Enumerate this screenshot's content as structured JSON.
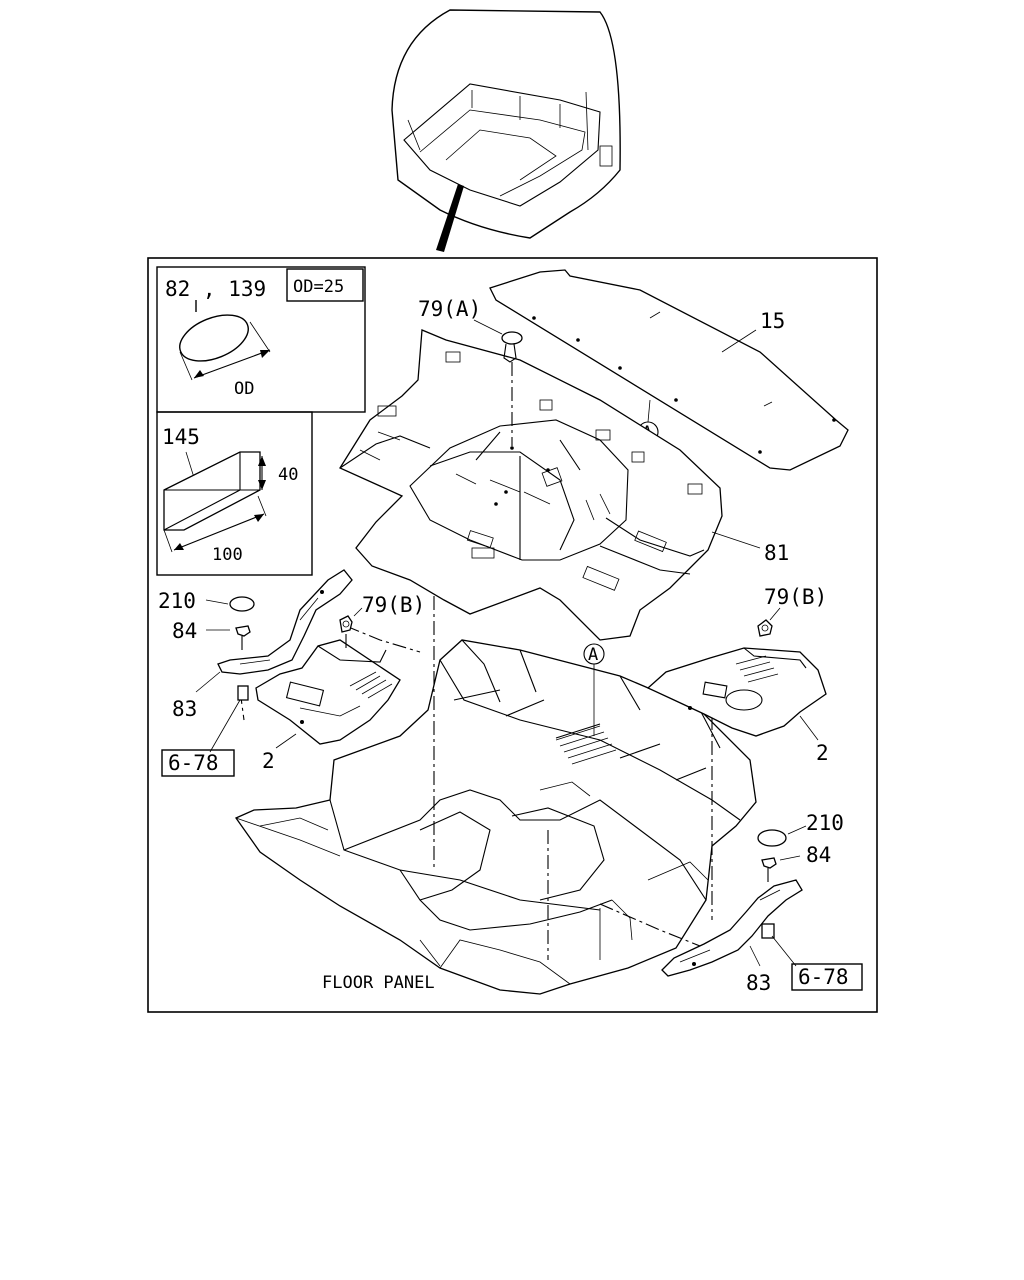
{
  "detail_boxes": {
    "grommet": {
      "parts": "82 , 139",
      "spec": "OD=25",
      "dimension": "OD"
    },
    "pad": {
      "part": "145",
      "height": "40",
      "length": "100"
    }
  },
  "parts": {
    "p15": "15",
    "p79a": "79(A)",
    "p81": "81",
    "p79b_left": "79(B)",
    "p79b_right": "79(B)",
    "p210_left": "210",
    "p84_left": "84",
    "p83_left": "83",
    "p2_left": "2",
    "p2_right": "2",
    "p210_right": "210",
    "p84_right": "84",
    "p83_right": "83"
  },
  "refs": {
    "ref_left": "6-78",
    "ref_right": "6-78"
  },
  "callouts": {
    "a_upper": "A",
    "a_lower": "A"
  },
  "floor_panel_label": "FLOOR PANEL"
}
